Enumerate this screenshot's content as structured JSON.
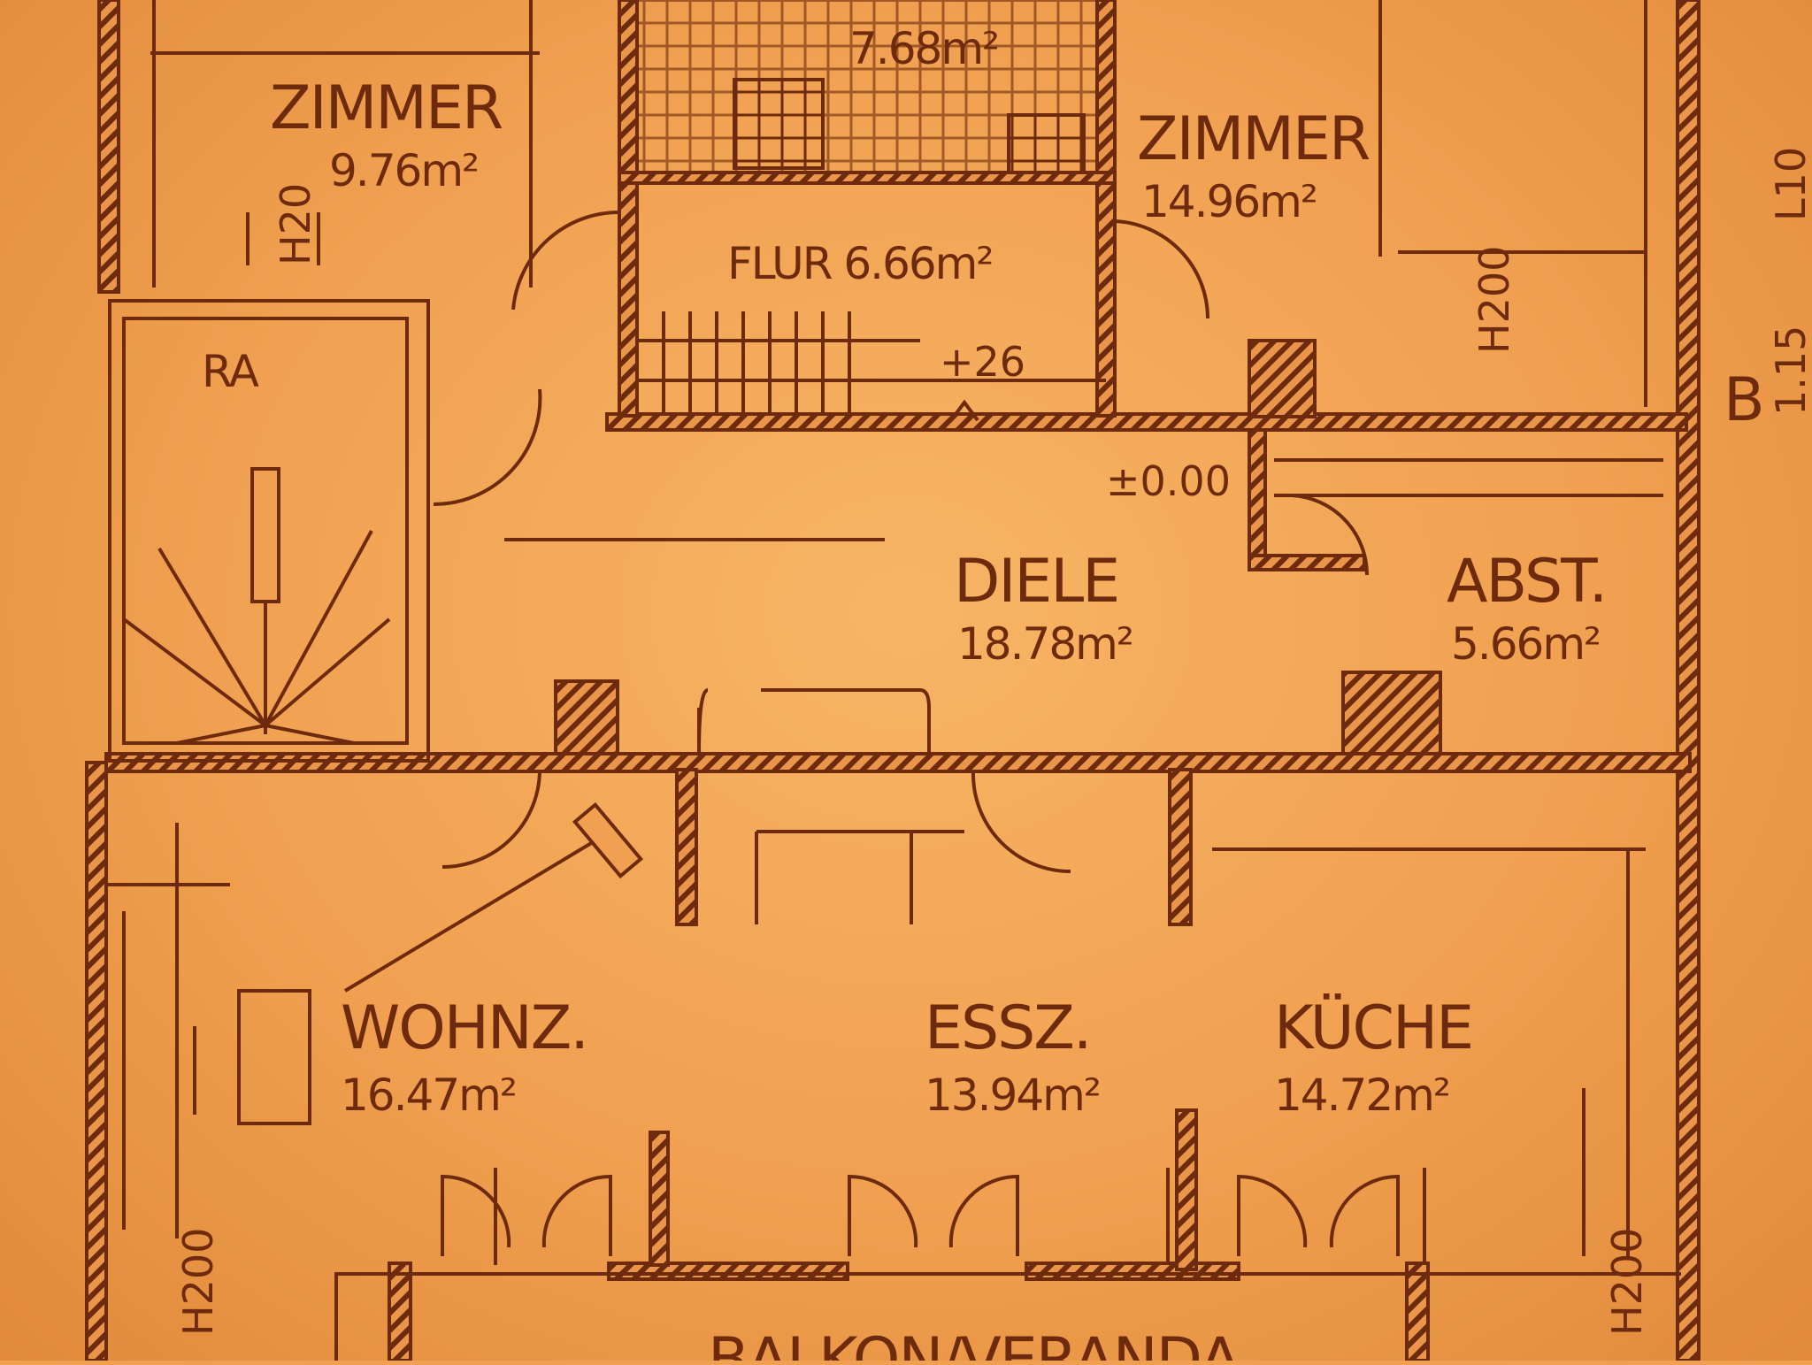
{
  "colors": {
    "paper": "#f0a050",
    "ink": "#6e2a0c"
  },
  "rooms": {
    "zimmer_left": {
      "name": "ZIMMER",
      "area": "9.76m²"
    },
    "bath": {
      "area": "7.68m²"
    },
    "zimmer_right": {
      "name": "ZIMMER",
      "area": "14.96m²"
    },
    "flur": {
      "name": "FLUR 6.66m²"
    },
    "ra": {
      "name": "RA"
    },
    "diele": {
      "name": "DIELE",
      "area": "18.78m²"
    },
    "abst": {
      "name": "ABST.",
      "area": "5.66m²"
    },
    "wohnz": {
      "name": "WOHNZ.",
      "area": "16.47m²"
    },
    "essz": {
      "name": "ESSZ.",
      "area": "13.94m²"
    },
    "kueche": {
      "name": "KÜCHE",
      "area": "14.72m²"
    },
    "balkon": {
      "name": "BALKON/VERANDA"
    }
  },
  "annotations": {
    "level_flur": "+26",
    "level_diele": "±0.00",
    "h_zimmer_left": "H20",
    "h_zimmer_right": "H200",
    "h_wohnz": "H200",
    "h_kueche": "H200",
    "section_mark": "B",
    "dim_right_1": "1.15",
    "dim_right_2": "L10"
  }
}
